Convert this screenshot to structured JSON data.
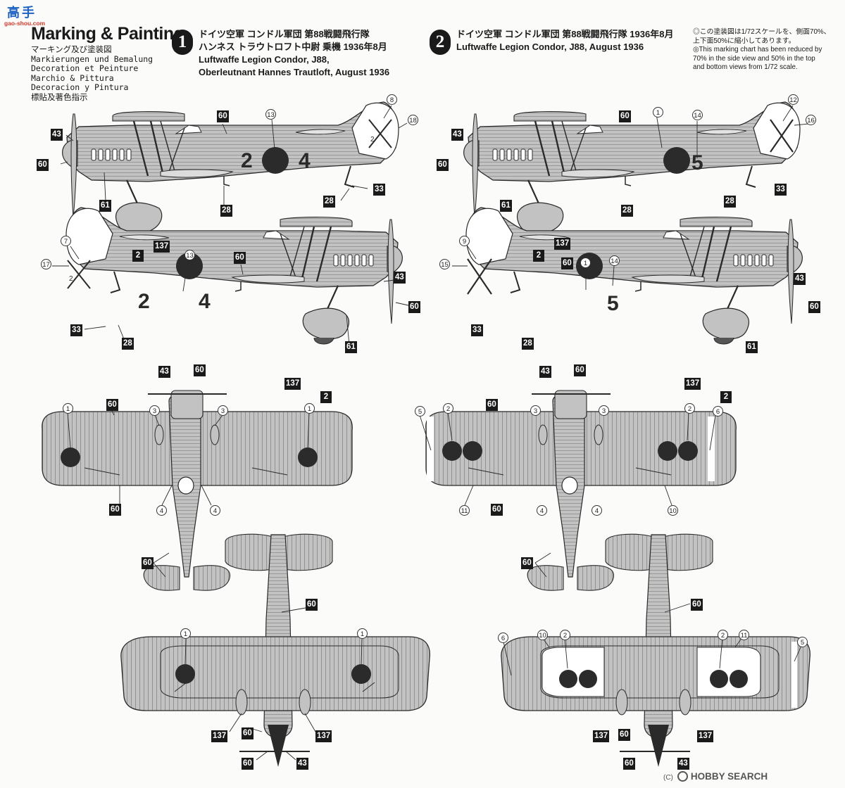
{
  "site_logo": {
    "kanji": "高手",
    "url": "gao-shou.com"
  },
  "header": {
    "title": "Marking & Painting",
    "languages": [
      "マーキング及び塗装図",
      "Markierungen und Bemalung",
      "Decoration et Peinture",
      "Marchio & Pittura",
      "Decoracion y Pintura",
      "標貼及著色指示"
    ]
  },
  "versions": [
    {
      "number": "1",
      "jp_lines": [
        "ドイツ空軍 コンドル軍団 第88戦闘飛行隊",
        "ハンネス トラウトロフト中尉 乗機 1936年8月"
      ],
      "en_lines": [
        "Luftwaffe Legion Condor, J88,",
        "Oberleutnant Hannes Trautloft, August 1936"
      ],
      "fuselage_code": [
        "2",
        "4"
      ]
    },
    {
      "number": "2",
      "jp_lines": [
        "ドイツ空軍 コンドル軍団 第88戦闘飛行隊 1936年8月"
      ],
      "en_lines": [
        "Luftwaffe Legion Condor, J88, August 1936"
      ],
      "fuselage_code": [
        "",
        "5"
      ]
    }
  ],
  "scale_note": [
    "◎この塗装図は1/72スケールを、側面70%、",
    "上下面50%に縮小してあります。",
    "◎This marking chart has been reduced by",
    "70% in the side view and 50% in the top",
    "and bottom views from 1/72 scale."
  ],
  "tail_code": "2",
  "color_codes": {
    "c60": "60",
    "c43": "43",
    "c61": "61",
    "c28": "28",
    "c33": "33",
    "c2": "2",
    "c137": "137"
  },
  "decal_numbers": {
    "d1": "1",
    "d2": "2",
    "d3": "3",
    "d4": "4",
    "d5": "5",
    "d6": "6",
    "d7": "7",
    "d8": "8",
    "d9": "9",
    "d10": "10",
    "d11": "11",
    "d12": "12",
    "d13": "13",
    "d14": "14",
    "d15": "15",
    "d16": "16",
    "d17": "17",
    "d18": "18"
  },
  "colors": {
    "paint_grey": "#c2c2c2",
    "roundel": "#2b2b2b",
    "line": "#2a2a2a",
    "logo_blue": "#1e63c4",
    "logo_red": "#d23a2b"
  },
  "watermark": {
    "copyright": "(C)",
    "brand": "HOBBY SEARCH"
  }
}
